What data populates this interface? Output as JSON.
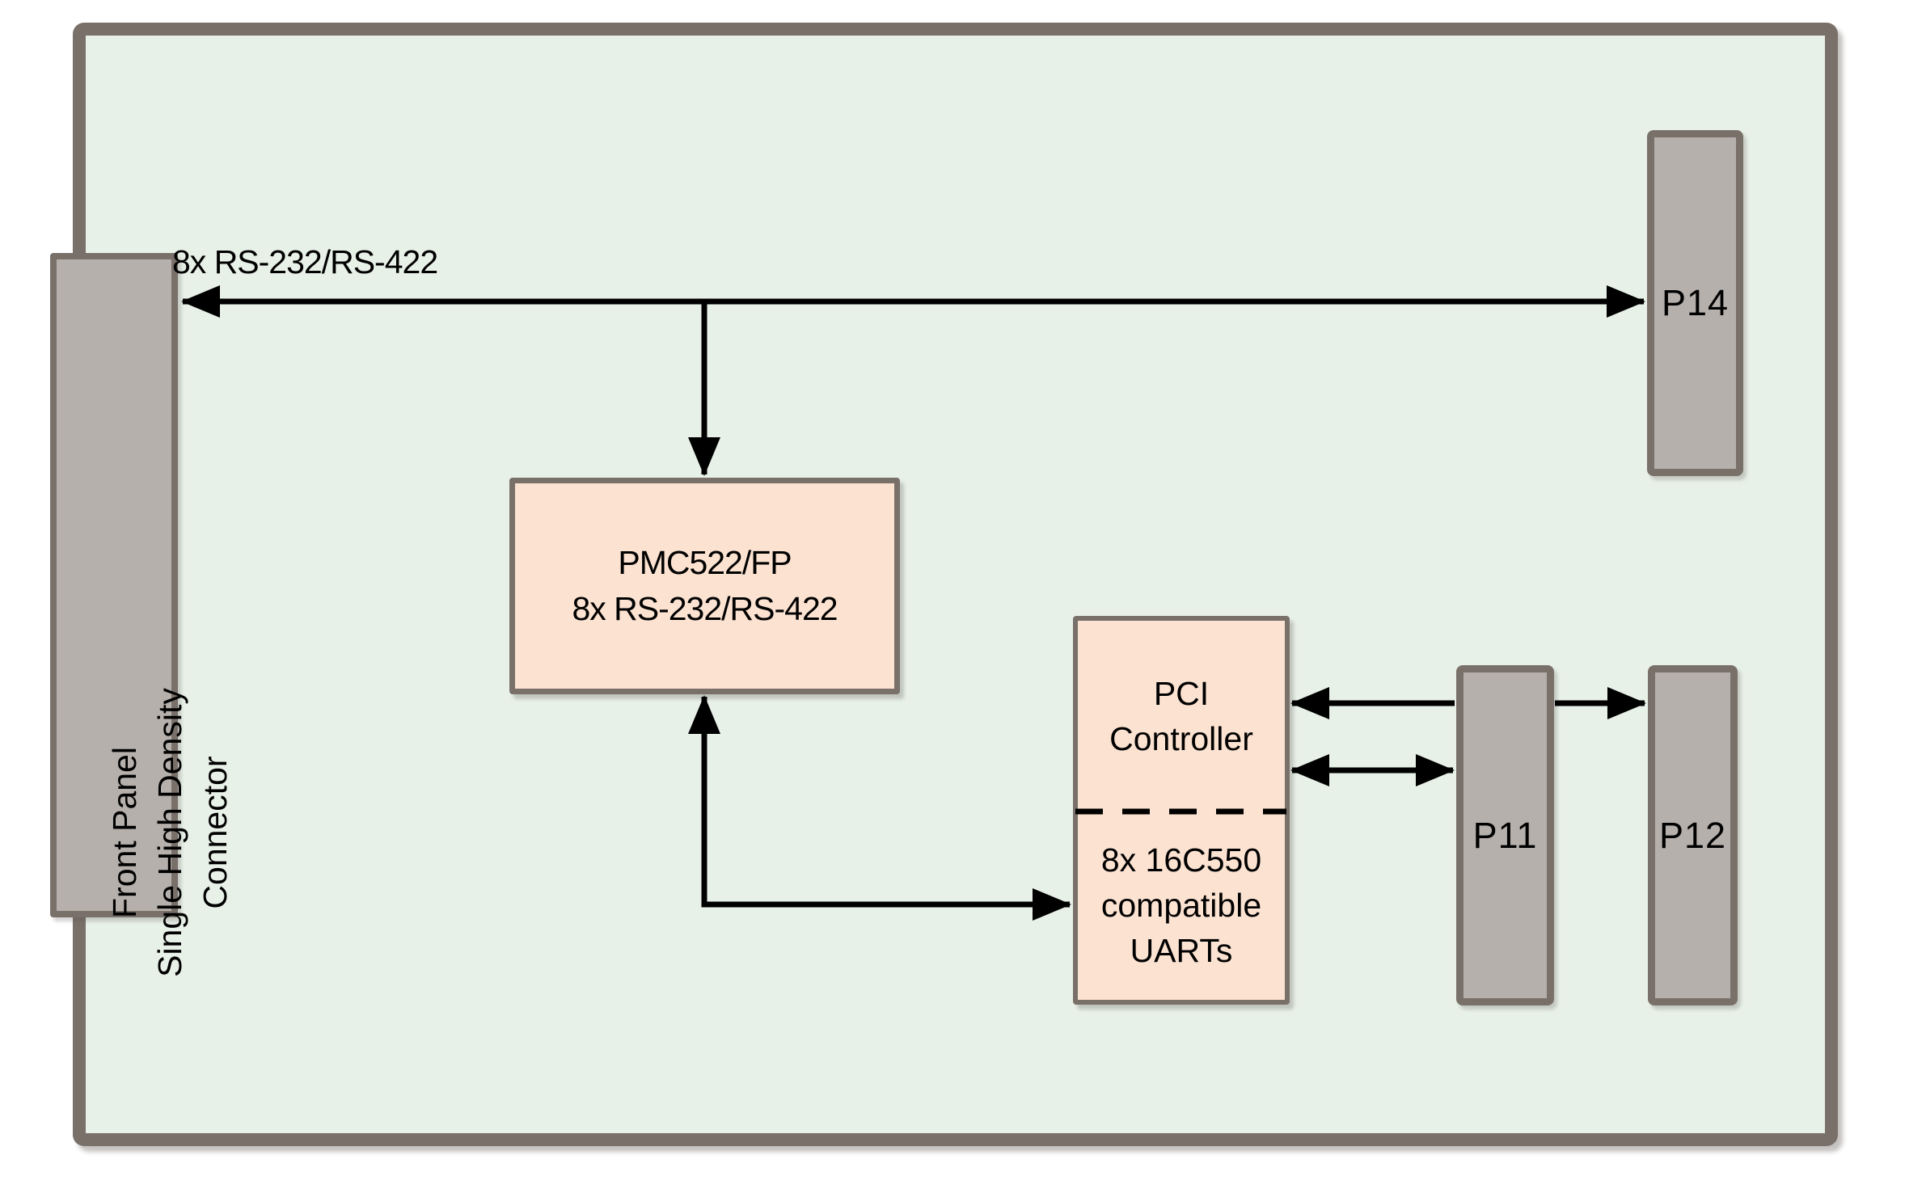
{
  "board": {
    "bus_label": "8x RS-232/RS-422",
    "front_panel": {
      "lines": [
        "Front Panel",
        "Single High Density",
        "Connector"
      ]
    },
    "pmc": {
      "lines": [
        "PMC522/FP",
        "8x RS-232/RS-422"
      ]
    },
    "pci": {
      "lines": [
        "PCI",
        "Controller"
      ]
    },
    "uart": {
      "lines": [
        "8x 16C550",
        "compatible",
        "UARTs"
      ]
    },
    "ports": {
      "p14": "P14",
      "p11": "P11",
      "p12": "P12"
    },
    "colors": {
      "board_fill": "#e8f1e8",
      "border": "#7a706a",
      "connector_fill": "#b6b0ac",
      "module_fill": "#fce2d1",
      "wire": "#000000"
    }
  }
}
